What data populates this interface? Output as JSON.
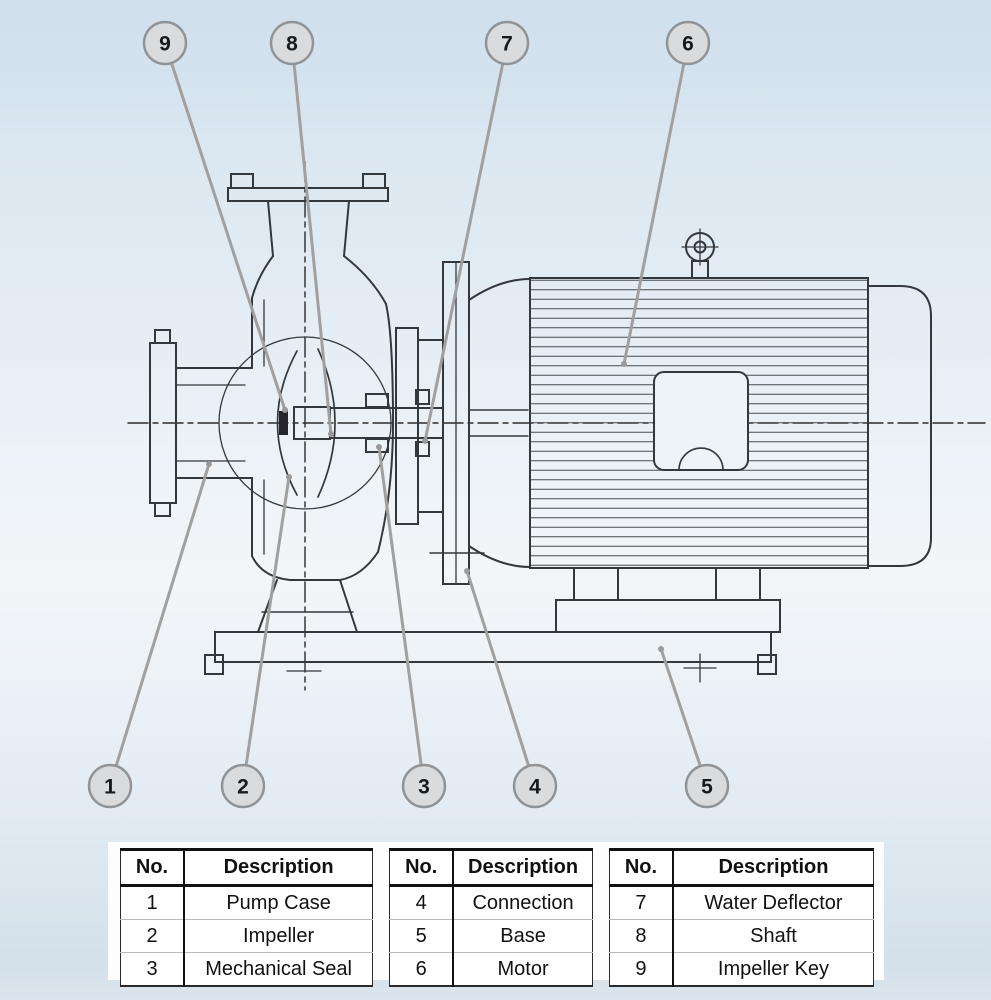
{
  "diagram": {
    "type": "technical-diagram",
    "subject": "End-suction centrifugal pump with close-coupled motor, cross-section with numbered part callouts",
    "callouts": [
      {
        "number": "1",
        "part": "Pump Case"
      },
      {
        "number": "2",
        "part": "Impeller"
      },
      {
        "number": "3",
        "part": "Mechanical Seal"
      },
      {
        "number": "4",
        "part": "Connection"
      },
      {
        "number": "5",
        "part": "Base"
      },
      {
        "number": "6",
        "part": "Motor"
      },
      {
        "number": "7",
        "part": "Water Deflector"
      },
      {
        "number": "8",
        "part": "Shaft"
      },
      {
        "number": "9",
        "part": "Impeller Key"
      }
    ]
  },
  "table": {
    "groups": [
      {
        "header_no": "No.",
        "header_description": "Description",
        "rows": [
          {
            "no": "1",
            "description": "Pump Case"
          },
          {
            "no": "2",
            "description": "Impeller"
          },
          {
            "no": "3",
            "description": "Mechanical Seal"
          }
        ]
      },
      {
        "header_no": "No.",
        "header_description": "Description",
        "rows": [
          {
            "no": "4",
            "description": "Connection"
          },
          {
            "no": "5",
            "description": "Base"
          },
          {
            "no": "6",
            "description": "Motor"
          }
        ]
      },
      {
        "header_no": "No.",
        "header_description": "Description",
        "rows": [
          {
            "no": "7",
            "description": "Water Deflector"
          },
          {
            "no": "8",
            "description": "Shaft"
          },
          {
            "no": "9",
            "description": "Impeller Key"
          }
        ]
      }
    ]
  },
  "colors": {
    "background_top": "#cfdfec",
    "background_mid": "#f3f6f9",
    "drawing_line": "#33383c",
    "centerline": "#2b2b2b",
    "leader_line": "#a0a0a0",
    "callout_fill": "#d9dbdc",
    "callout_border": "#909497",
    "callout_text": "#17191b",
    "table_background": "#ffffff",
    "table_text": "#111111"
  }
}
